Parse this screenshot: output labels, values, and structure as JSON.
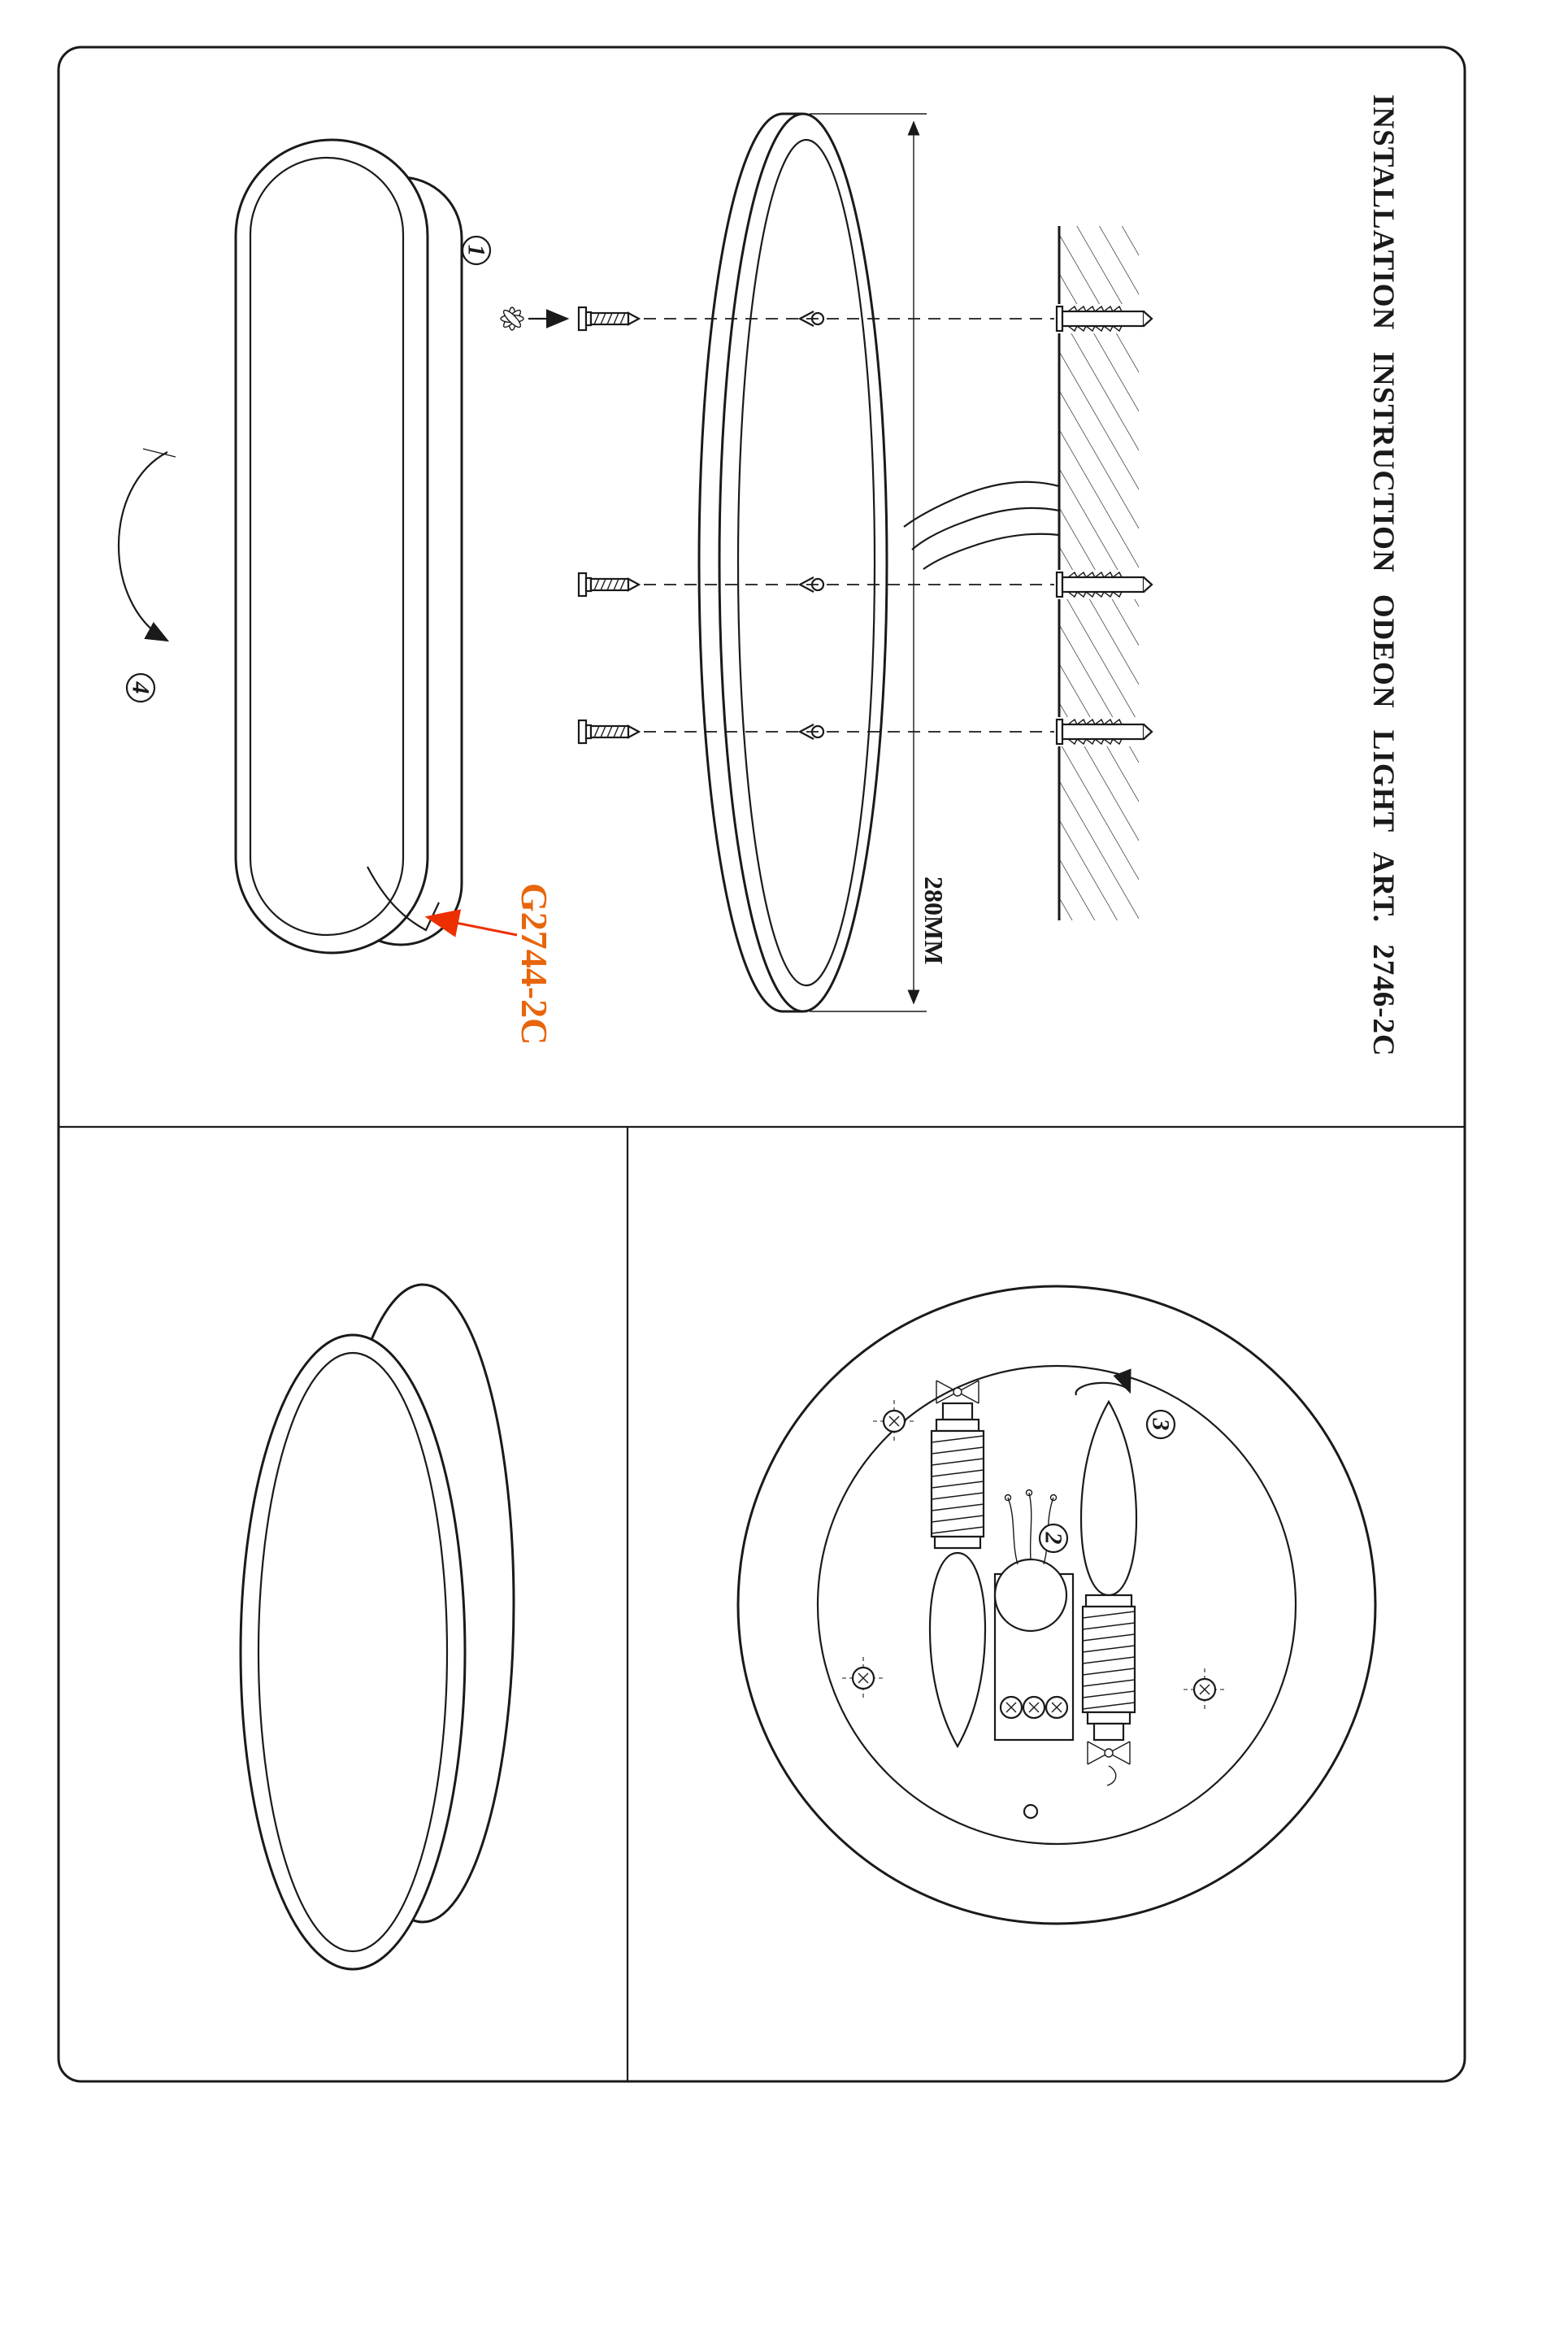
{
  "sheet": {
    "title": "INSTALLATION INSTRUCTION ODEON LIGHT ART. 2746-2C",
    "part_label": "G2744-2C",
    "dimension": "280MM",
    "steps": {
      "one": "1",
      "two": "2",
      "three": "3",
      "four": "4"
    },
    "colors": {
      "ink": "#1a1a1a",
      "accent_label": "#e8650c",
      "pointer_arrow": "#ed2f00"
    },
    "icons": [
      "rotate-arrow-icon",
      "screw-head-flower-icon",
      "direction-arrow-icon",
      "cross-screw-icon"
    ]
  }
}
